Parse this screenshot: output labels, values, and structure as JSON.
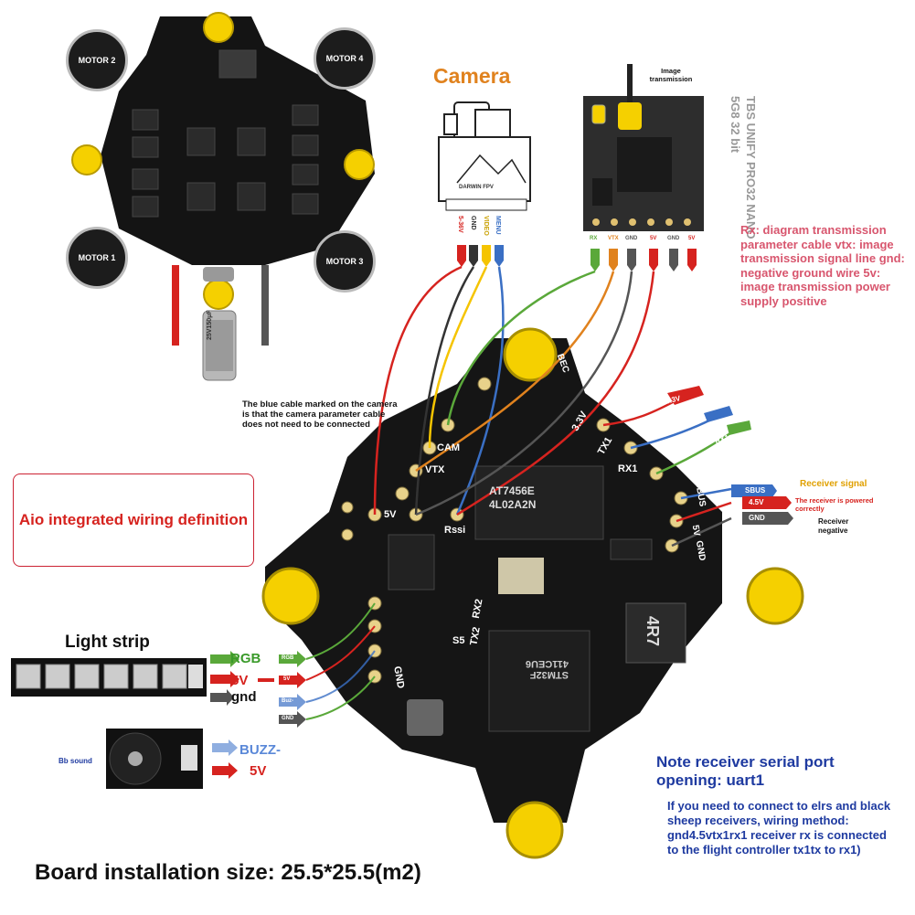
{
  "motors": [
    "MOTOR 2",
    "MOTOR 4",
    "MOTOR 1",
    "MOTOR 3"
  ],
  "capacitor": "25V150μF",
  "camera": {
    "title": "Camera",
    "brand": "DARWIN FPV",
    "pins": [
      "5-36V",
      "GND",
      "VIDEO",
      "MENU"
    ]
  },
  "vtx": {
    "image_label": "Image transmission",
    "model": "TBS UNIFY PRO32 NANO 5G8 32 bit",
    "pins": [
      "RX",
      "VTX",
      "GND",
      "5V",
      "GND",
      "5V"
    ],
    "description": "Rx: diagram transmission parameter cable vtx: image transmission signal line gnd: negative ground wire 5v: image transmission power supply positive"
  },
  "camera_note": "The blue cable marked on the camera is that the camera parameter cable does not need to be connected",
  "definition_box": "Aio integrated wiring definition",
  "board_pads": [
    "CAM",
    "VTX",
    "5V",
    "Rssi",
    "RX2",
    "TX2",
    "RX1",
    "TX1",
    "3.3V",
    "SBUS",
    "5V",
    "GND",
    "S5",
    "GND",
    "BEC"
  ],
  "chips": [
    "AT7456E 4L02A2N",
    "4R7",
    "STM32F 411CEU6"
  ],
  "receiver": {
    "signals": [
      "3.3V",
      "TX1",
      "RX1",
      "SBUS",
      "4.5V",
      "GND"
    ],
    "sbus_note": "Receiver signal",
    "power_note": "The receiver is powered correctly",
    "gnd_note": "Receiver negative"
  },
  "light_strip": {
    "title": "Light strip",
    "wires": [
      "RGB",
      "5V",
      "gnd"
    ],
    "board_pads": [
      "RGB",
      "5V",
      "Buz-",
      "GND"
    ]
  },
  "buzzer": {
    "label": "Bb sound",
    "wires": [
      "BUZZ-",
      "5V"
    ]
  },
  "receiver_note": {
    "title": "Note receiver serial port opening: uart1",
    "body": "If you need to connect to elrs and black sheep receivers, wiring method: gnd4.5vtx1rx1 receiver rx is connected to the flight controller tx1tx to rx1)"
  },
  "board_size": "Board installation size: 25.5*25.5(m2)",
  "colors": {
    "red": "#d6231f",
    "yellow": "#f5c400",
    "blue": "#3a6fc4",
    "green": "#5aa83a",
    "orange": "#e0821e",
    "grey": "#555555",
    "pink_text": "#d8566e",
    "navy_text": "#1e3aa0",
    "gold_text": "#e0a000"
  }
}
